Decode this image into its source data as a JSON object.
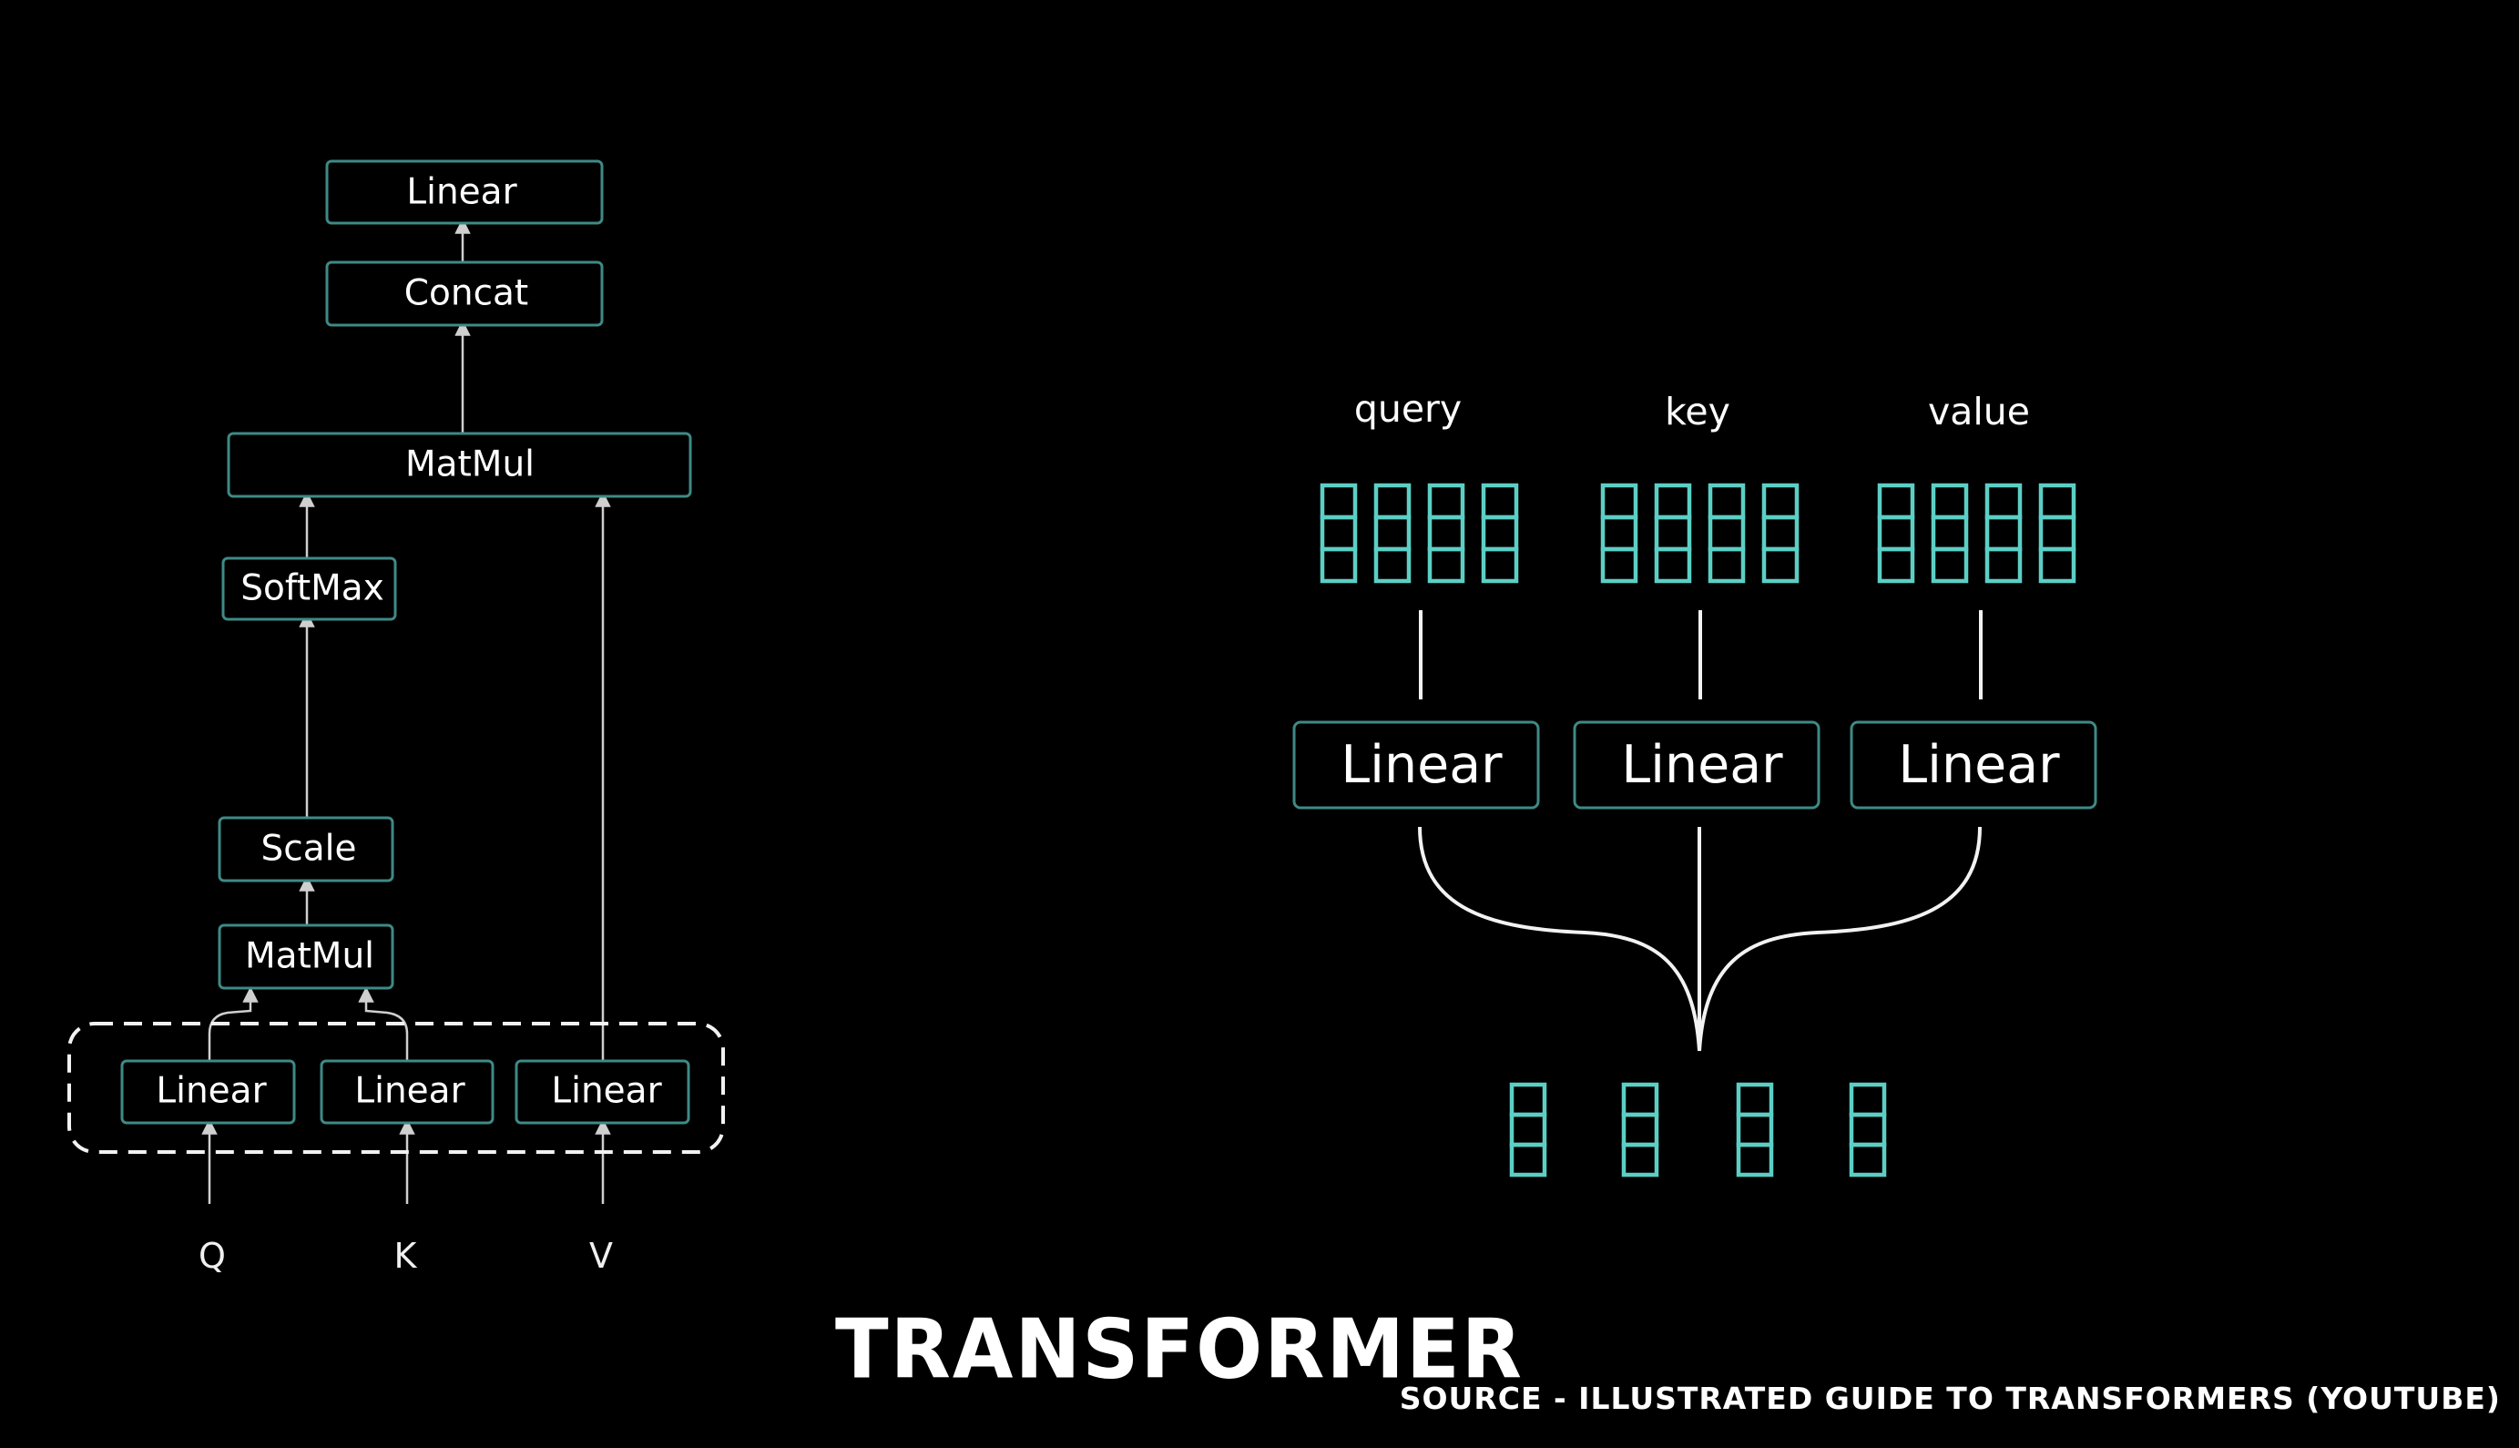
{
  "left_diagram": {
    "top_linear": "Linear",
    "concat": "Concat",
    "matmul_top": "MatMul",
    "softmax": "SoftMax",
    "scale": "Scale",
    "matmul_bottom": "MatMul",
    "linear_q": "Linear",
    "linear_k": "Linear",
    "linear_v": "Linear",
    "input_q": "Q",
    "input_k": "K",
    "input_v": "V"
  },
  "right_diagram": {
    "headers": [
      "query",
      "key",
      "value"
    ],
    "linear_labels": [
      "Linear",
      "Linear",
      "Linear"
    ],
    "input_vectors_per_group": 4,
    "cells_per_input_vector": 3,
    "output_vectors": 4,
    "cells_per_output_vector": 3
  },
  "colors": {
    "background": "#000000",
    "box_border": "#3e8a86",
    "vector_cells": "#5ccfc5",
    "connectors": "#cfcfcf",
    "text": "#ffffff"
  },
  "footer": {
    "title": "TRANSFORMER",
    "source": "SOURCE - ILLUSTRATED GUIDE TO TRANSFORMERS (YOUTUBE)"
  }
}
